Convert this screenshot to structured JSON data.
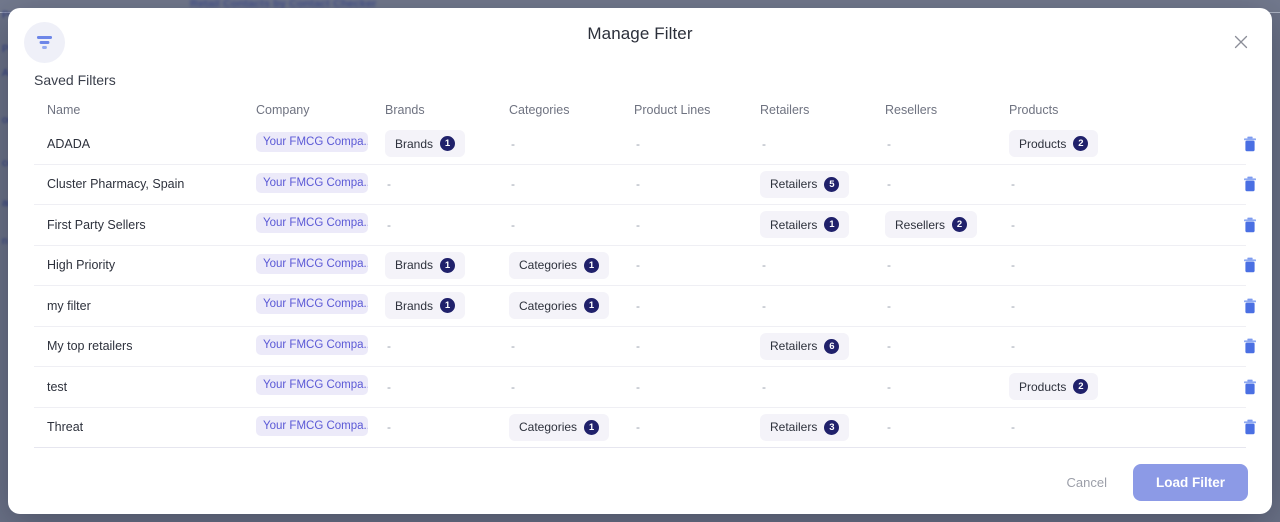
{
  "backdrop": {
    "top_text": "Retail Contacts by Contact Checker",
    "left_items": [
      "Pr",
      "Pr",
      "A",
      "od",
      "ce",
      "an",
      "n"
    ]
  },
  "modal": {
    "title": "Manage Filter",
    "filter_icon": "filter-funnel-icon",
    "close_icon": "close-icon",
    "section_title": "Saved Filters",
    "columns": [
      "Name",
      "Company",
      "Brands",
      "Categories",
      "Product Lines",
      "Retailers",
      "Resellers",
      "Products"
    ],
    "empty_value": "-",
    "rows": [
      {
        "name": "ADADA",
        "company": "Your FMCG Compa...",
        "brands": {
          "label": "Brands",
          "count": "1"
        },
        "categories": null,
        "product_lines": null,
        "retailers": null,
        "resellers": null,
        "products": {
          "label": "Products",
          "count": "2"
        }
      },
      {
        "name": "Cluster Pharmacy, Spain",
        "company": "Your FMCG Compa...",
        "brands": null,
        "categories": null,
        "product_lines": null,
        "retailers": {
          "label": "Retailers",
          "count": "5"
        },
        "resellers": null,
        "products": null
      },
      {
        "name": "First Party Sellers",
        "company": "Your FMCG Compa...",
        "brands": null,
        "categories": null,
        "product_lines": null,
        "retailers": {
          "label": "Retailers",
          "count": "1"
        },
        "resellers": {
          "label": "Resellers",
          "count": "2"
        },
        "products": null
      },
      {
        "name": "High Priority",
        "company": "Your FMCG Compa...",
        "brands": {
          "label": "Brands",
          "count": "1"
        },
        "categories": {
          "label": "Categories",
          "count": "1"
        },
        "product_lines": null,
        "retailers": null,
        "resellers": null,
        "products": null
      },
      {
        "name": "my filter",
        "company": "Your FMCG Compa...",
        "brands": {
          "label": "Brands",
          "count": "1"
        },
        "categories": {
          "label": "Categories",
          "count": "1"
        },
        "product_lines": null,
        "retailers": null,
        "resellers": null,
        "products": null
      },
      {
        "name": "My top retailers",
        "company": "Your FMCG Compa...",
        "brands": null,
        "categories": null,
        "product_lines": null,
        "retailers": {
          "label": "Retailers",
          "count": "6"
        },
        "resellers": null,
        "products": null
      },
      {
        "name": "test",
        "company": "Your FMCG Compa...",
        "brands": null,
        "categories": null,
        "product_lines": null,
        "retailers": null,
        "resellers": null,
        "products": {
          "label": "Products",
          "count": "2"
        }
      },
      {
        "name": "Threat",
        "company": "Your FMCG Compa...",
        "brands": null,
        "categories": {
          "label": "Categories",
          "count": "1"
        },
        "product_lines": null,
        "retailers": {
          "label": "Retailers",
          "count": "3"
        },
        "resellers": null,
        "products": null
      }
    ],
    "row_action_icon": "trash-icon",
    "footer": {
      "cancel_label": "Cancel",
      "load_label": "Load Filter"
    }
  },
  "colors": {
    "accent": "#5b59d6",
    "primary_button": "#8c9ae6",
    "badge": "#20216b",
    "chip_bg": "#f4f3f9",
    "company_chip_bg": "#eceaf9",
    "overlay": "#6b7287",
    "trash": "#4a6fe3"
  }
}
